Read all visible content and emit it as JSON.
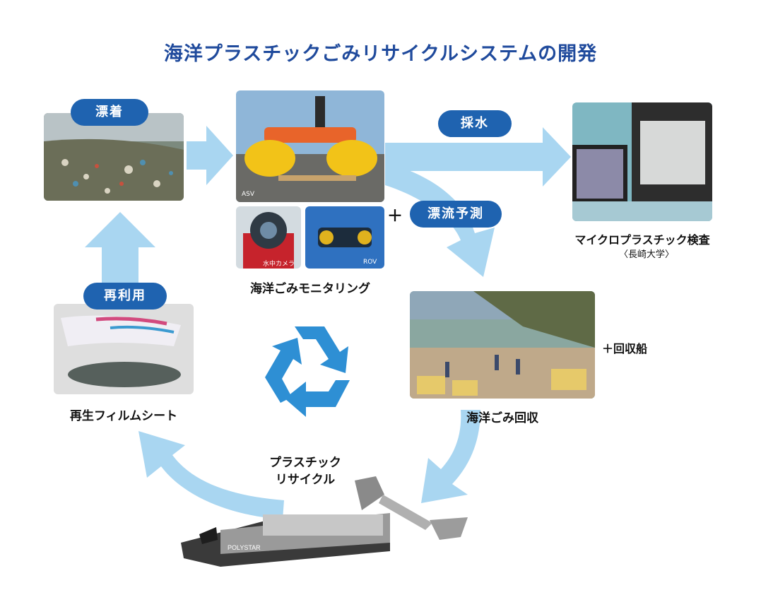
{
  "title": "海洋プラスチックごみリサイクルシステムの開発",
  "labels": {
    "hyouchaku": "漂着",
    "saisui": "採水",
    "hyouryuu": "漂流予測",
    "sairiyou": "再利用",
    "plus_sign": "＋",
    "monitoring": "海洋ごみモニタリング",
    "micro_inspection": "マイクロプラスチック検査",
    "university": "〈長崎大学〉",
    "recovery_ship": "＋回収船",
    "ocean_recovery": "海洋ごみ回収",
    "recycle_line1": "プラスチック",
    "recycle_line2": "リサイクル",
    "film_sheet": "再生フィルムシート"
  },
  "photo_tags": {
    "asv": "ASV",
    "camera": "水中カメラ",
    "rov": "ROV",
    "polystar": "POLYSTAR"
  },
  "colors": {
    "title": "#1f4a9c",
    "pill": "#1f63b0",
    "arrow": "#a9d6f1",
    "recycle": "#2e8fd4"
  },
  "icons": [
    "recycle-icon"
  ]
}
